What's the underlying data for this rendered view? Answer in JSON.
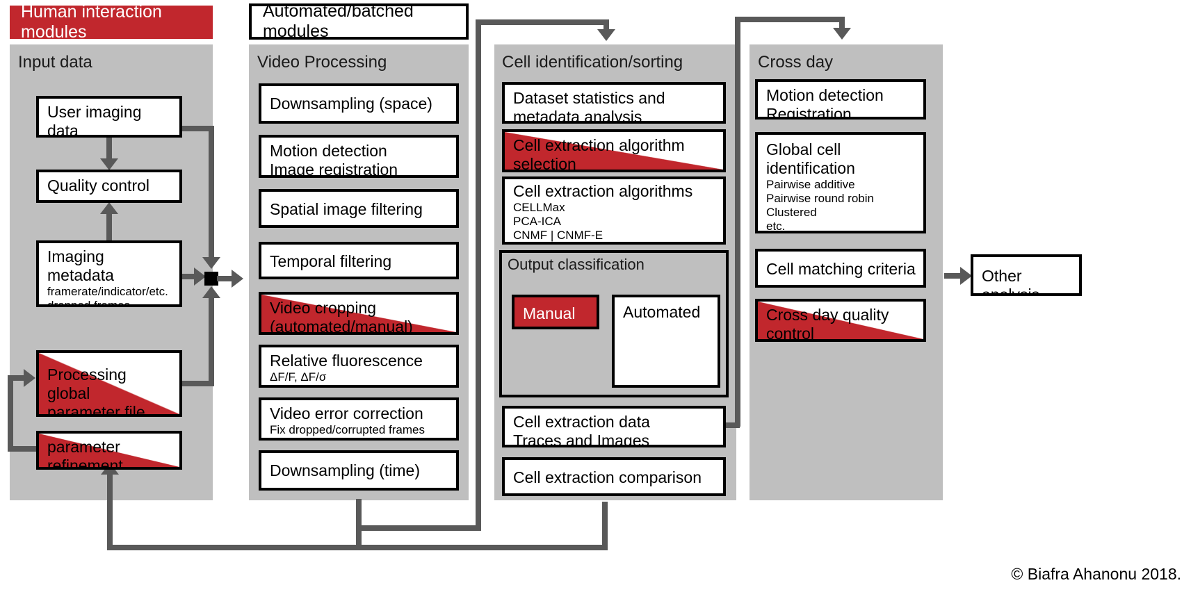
{
  "legend": {
    "human": "Human interaction modules",
    "automated": "Automated/batched modules",
    "human_color": "#c1272d",
    "automated_color": "#ffffff"
  },
  "credit": "© Biafra Ahanonu 2018.",
  "colors": {
    "panel_gray": "#bfbfbf",
    "connector_gray": "#595959",
    "accent_red": "#c1272d",
    "outline_black": "#000000"
  },
  "panels": [
    {
      "id": "input",
      "title": "Input data",
      "boxes": [
        {
          "id": "user-imaging-data",
          "title": "User imaging data\n(xyt or xyzt)",
          "sub": "",
          "fill": "white"
        },
        {
          "id": "quality-control",
          "title": "Quality control",
          "sub": "",
          "fill": "white"
        },
        {
          "id": "imaging-metadata",
          "title": "Imaging metadata",
          "sub": "framerate/indicator/etc.\ndropped frames",
          "fill": "white"
        },
        {
          "id": "processing-global-parameter-file",
          "title": "Processing global\nparameter file",
          "sub": "",
          "fill": "half-red"
        },
        {
          "id": "parameter-refinement",
          "title": "parameter\nrefinement",
          "sub": "",
          "fill": "half-red"
        }
      ]
    },
    {
      "id": "video-processing",
      "title": "Video Processing",
      "boxes": [
        {
          "id": "downsampling-space",
          "title": "Downsampling  (space)",
          "sub": "",
          "fill": "white"
        },
        {
          "id": "motion-detection",
          "title": "Motion detection\nImage registration",
          "sub": "",
          "fill": "white"
        },
        {
          "id": "spatial-image-filtering",
          "title": "Spatial image  filtering",
          "sub": "",
          "fill": "white"
        },
        {
          "id": "temporal-filtering",
          "title": "Temporal filtering",
          "sub": "",
          "fill": "white"
        },
        {
          "id": "video-cropping",
          "title": "Video cropping\n(automated/manual)",
          "sub": "",
          "fill": "half-red"
        },
        {
          "id": "relative-fluorescence",
          "title": "Relative fluorescence",
          "sub": "ΔF/F, ΔF/σ",
          "fill": "white"
        },
        {
          "id": "video-error-correction",
          "title": "Video error correction",
          "sub": "Fix dropped/corrupted frames",
          "fill": "white"
        },
        {
          "id": "downsampling-time",
          "title": "Downsampling  (time)",
          "sub": "",
          "fill": "white"
        }
      ]
    },
    {
      "id": "cell-identification",
      "title": "Cell identification/sorting",
      "boxes": [
        {
          "id": "dataset-statistics",
          "title": "Dataset statistics and\nmetadata analysis",
          "sub": "",
          "fill": "white"
        },
        {
          "id": "cell-extraction-algorithm-selection",
          "title": "Cell extraction algorithm\nselection",
          "sub": "",
          "fill": "half-red"
        },
        {
          "id": "cell-extraction-algorithms",
          "title": "Cell extraction algorithms",
          "sub": "CELLMax\nPCA-ICA\nCNMF | CNMF-E\nEXTRACT | ROI",
          "fill": "white"
        },
        {
          "id": "cell-extraction-data",
          "title": "Cell extraction data\nTraces and Images",
          "sub": "",
          "fill": "white"
        },
        {
          "id": "cell-extraction-comparison",
          "title": "Cell extraction comparison",
          "sub": "",
          "fill": "white"
        }
      ],
      "subpanel": {
        "id": "output-classification",
        "title": "Output classification",
        "boxes": [
          {
            "id": "manual",
            "title": "Manual",
            "sub": "",
            "fill": "solid-red"
          },
          {
            "id": "automated",
            "title": "Automated",
            "sub": "",
            "fill": "white"
          }
        ]
      }
    },
    {
      "id": "cross-day",
      "title": "Cross day",
      "boxes": [
        {
          "id": "motion-detection-registration",
          "title": "Motion detection\nRegistration",
          "sub": "",
          "fill": "white"
        },
        {
          "id": "global-cell-identification",
          "title": "Global cell\nidentification",
          "sub": "Pairwise additive\nPairwise round robin\nClustered\netc.",
          "fill": "white"
        },
        {
          "id": "cell-matching-criteria",
          "title": "Cell matching criteria",
          "sub": "",
          "fill": "white"
        },
        {
          "id": "cross-day-quality-control",
          "title": "Cross day quality\ncontrol",
          "sub": "",
          "fill": "half-red"
        }
      ]
    }
  ],
  "standalone": [
    {
      "id": "other-analysis",
      "title": "Other analysis",
      "sub": "",
      "fill": "white"
    }
  ]
}
